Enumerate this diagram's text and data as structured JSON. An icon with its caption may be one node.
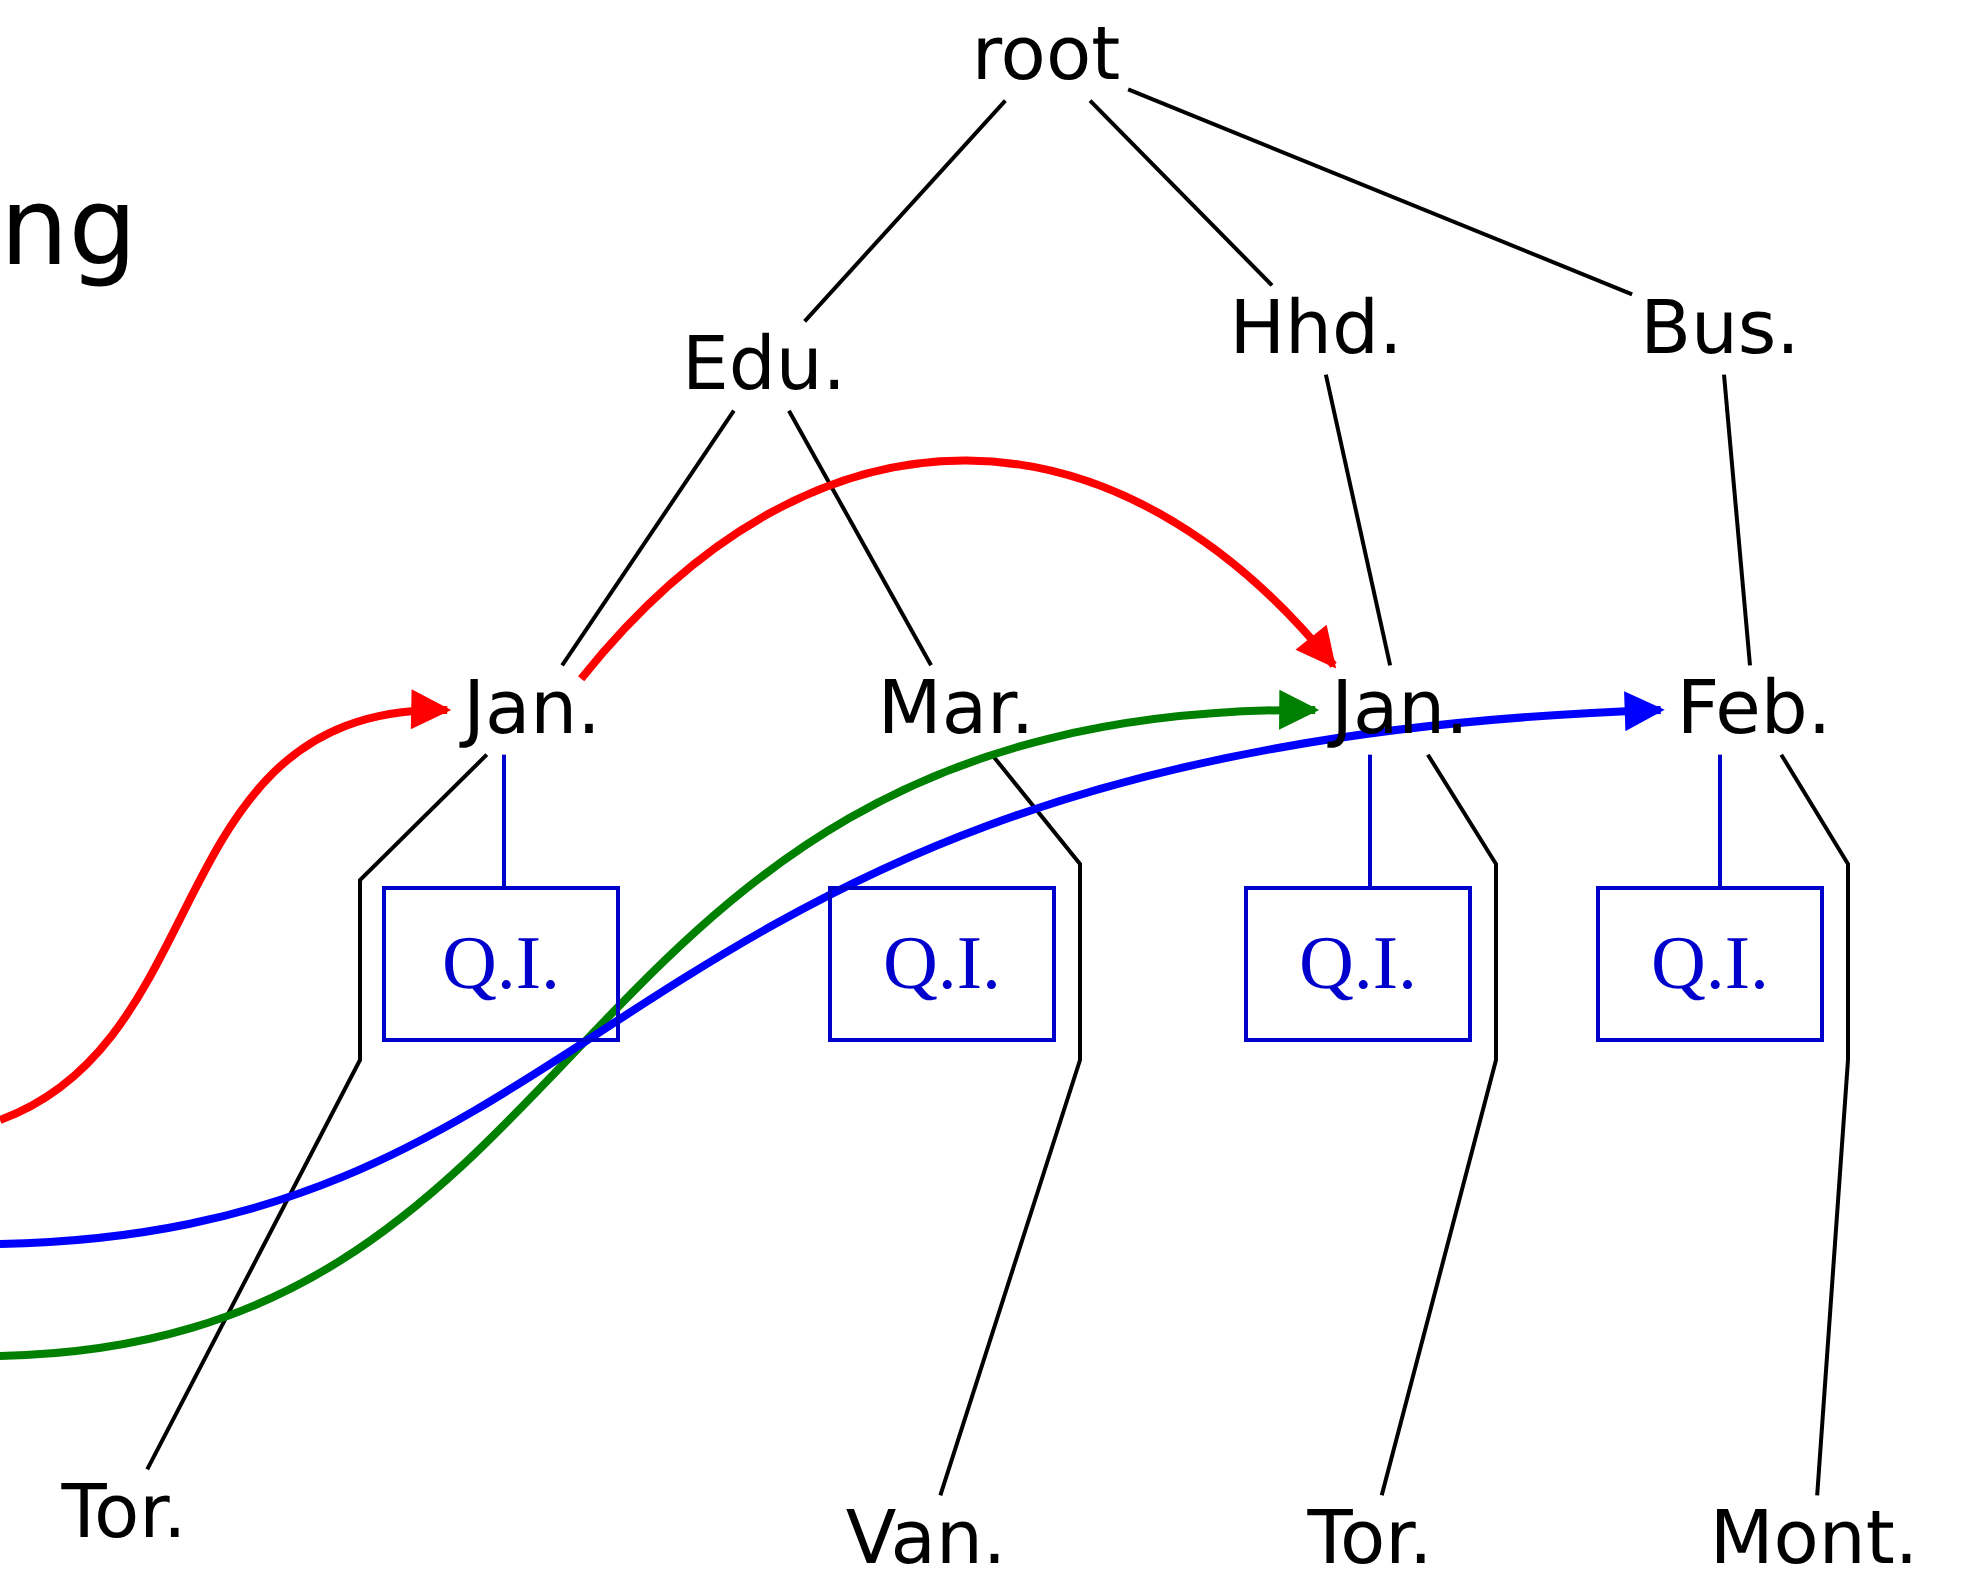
{
  "diagram": {
    "nodes": [
      {
        "text": [
          "root"
        ]
      },
      {
        "text": [
          "Edu."
        ]
      },
      {
        "text": [
          "Hhd."
        ]
      },
      {
        "text": [
          "Bus."
        ]
      },
      {
        "text": [
          "Jan."
        ]
      },
      {
        "text": [
          "Mar."
        ]
      },
      {
        "text": [
          "Jan."
        ]
      },
      {
        "text": [
          "Feb."
        ]
      },
      {
        "text": [
          "Q.I."
        ]
      },
      {
        "text": [
          "Q.I."
        ]
      },
      {
        "text": [
          "Q.I."
        ]
      },
      {
        "text": [
          "Q.I."
        ]
      },
      {
        "text": [
          "Tor."
        ]
      },
      {
        "text": [
          "Van."
        ]
      },
      {
        "text": [
          "Tor."
        ]
      },
      {
        "text": [
          "Mont."
        ]
      }
    ],
    "edges": [
      {
        "from": 0,
        "to": 1,
        "arrow": "none"
      },
      {
        "from": 0,
        "to": 2,
        "arrow": "none"
      },
      {
        "from": 0,
        "to": 3,
        "arrow": "none"
      },
      {
        "from": 1,
        "to": 4,
        "arrow": "none"
      },
      {
        "from": 1,
        "to": 5,
        "arrow": "none"
      },
      {
        "from": 2,
        "to": 6,
        "arrow": "none"
      },
      {
        "from": 3,
        "to": 7,
        "arrow": "none"
      },
      {
        "from": 4,
        "to": 8,
        "arrow": "none",
        "color": "#0000cc"
      },
      {
        "from": 6,
        "to": 10,
        "arrow": "none",
        "color": "#0000cc"
      },
      {
        "from": 7,
        "to": 11,
        "arrow": "none",
        "color": "#0000cc"
      },
      {
        "from": 12,
        "to": 4,
        "arrow": "none"
      },
      {
        "from": 13,
        "to": 5,
        "arrow": "none"
      },
      {
        "from": 14,
        "to": 6,
        "arrow": "none"
      },
      {
        "from": 15,
        "to": 7,
        "arrow": "none"
      },
      {
        "from": null,
        "to": 4,
        "arrow": "to",
        "style": "thick",
        "color": "#ff0000"
      },
      {
        "from": 4,
        "to": 6,
        "arrow": "to",
        "style": "thick",
        "color": "#ff0000"
      },
      {
        "from": null,
        "to": 6,
        "arrow": "to",
        "style": "thick",
        "color": "#008000"
      },
      {
        "from": null,
        "to": 7,
        "arrow": "to",
        "style": "thick",
        "color": "#0000ff"
      }
    ],
    "labels": [
      "ng"
    ]
  }
}
